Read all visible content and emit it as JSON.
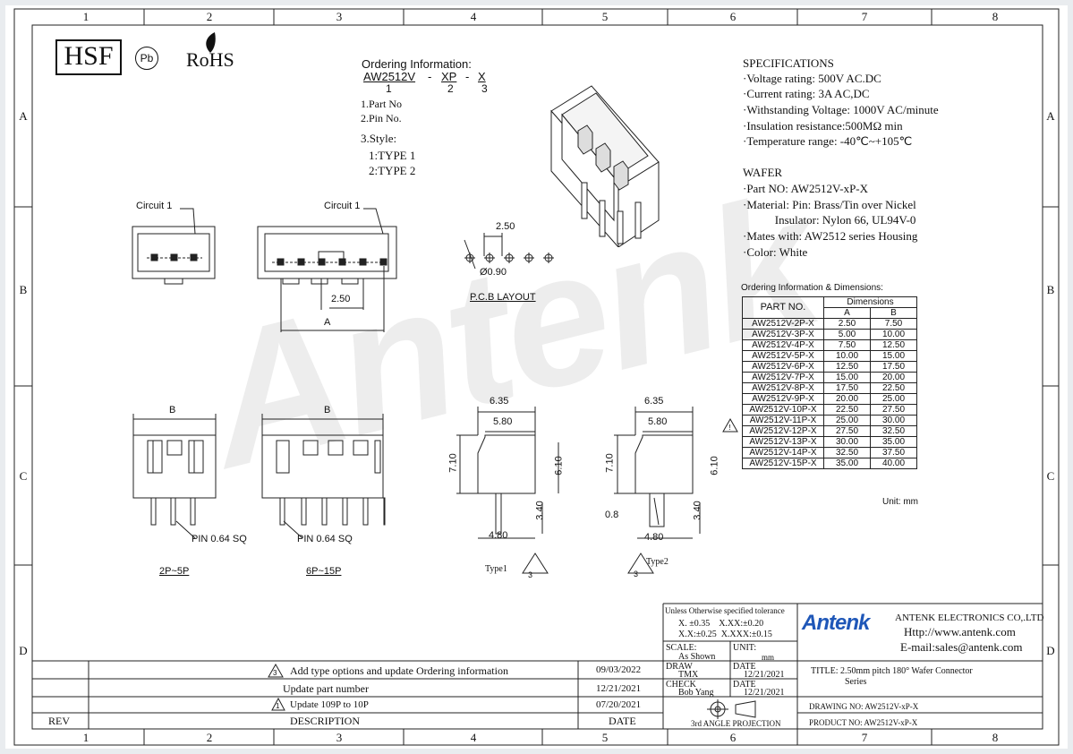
{
  "grid": {
    "columns": [
      "1",
      "2",
      "3",
      "4",
      "5",
      "6",
      "7",
      "8"
    ],
    "rows": [
      "A",
      "B",
      "C",
      "D"
    ]
  },
  "logos": {
    "hsf": "HSF",
    "pb": "Pb",
    "rohs": "RoHS",
    "watermark": "Antenk"
  },
  "ordering": {
    "title": "Ordering Information:",
    "code_part": "AW2512V",
    "code_sep": "-",
    "code_pin": "XP",
    "code_style": "X",
    "idx1": "1",
    "idx2": "2",
    "idx3": "3",
    "items": [
      "1.Part No",
      "2.Pin No.",
      "3.Style:",
      "1:TYPE 1",
      "2:TYPE 2"
    ]
  },
  "specifications": {
    "title": "SPECIFICATIONS",
    "lines": [
      "·Voltage rating: 500V AC.DC",
      "·Current rating: 3A AC,DC",
      "·Withstanding Voltage: 1000V AC/minute",
      "·Insulation resistance:500MΩ min",
      "·Temperature range: -40℃~+105℃"
    ]
  },
  "wafer": {
    "title": "WAFER",
    "lines": [
      "·Part NO: AW2512V-xP-X",
      "·Material: Pin: Brass/Tin over Nickel",
      "           Insulator: Nylon 66, UL94V-0",
      "·Mates with: AW2512 series Housing",
      "·Color: White"
    ]
  },
  "dim_table": {
    "caption": "Ordering Information & Dimensions:",
    "col_part": "PART NO.",
    "col_dims": "Dimensions",
    "col_a": "A",
    "col_b": "B",
    "rows": [
      [
        "AW2512V-2P-X",
        "2.50",
        "7.50"
      ],
      [
        "AW2512V-3P-X",
        "5.00",
        "10.00"
      ],
      [
        "AW2512V-4P-X",
        "7.50",
        "12.50"
      ],
      [
        "AW2512V-5P-X",
        "10.00",
        "15.00"
      ],
      [
        "AW2512V-6P-X",
        "12.50",
        "17.50"
      ],
      [
        "AW2512V-7P-X",
        "15.00",
        "20.00"
      ],
      [
        "AW2512V-8P-X",
        "17.50",
        "22.50"
      ],
      [
        "AW2512V-9P-X",
        "20.00",
        "25.00"
      ],
      [
        "AW2512V-10P-X",
        "22.50",
        "27.50"
      ],
      [
        "AW2512V-11P-X",
        "25.00",
        "30.00"
      ],
      [
        "AW2512V-12P-X",
        "27.50",
        "32.50"
      ],
      [
        "AW2512V-13P-X",
        "30.00",
        "35.00"
      ],
      [
        "AW2512V-14P-X",
        "32.50",
        "37.50"
      ],
      [
        "AW2512V-15P-X",
        "35.00",
        "40.00"
      ]
    ],
    "unit": "Unit: mm"
  },
  "drawings": {
    "circuit1": "Circuit 1",
    "pitch": "2.50",
    "dim_a": "A",
    "dim_b": "B",
    "hole": "Ø0.90",
    "pcb_layout": "P.C.B LAYOUT",
    "pin": "PIN 0.64 SQ",
    "label_small": "2P~5P",
    "label_large": "6P~15P",
    "w635": "6.35",
    "w580": "5.80",
    "h710": "7.10",
    "h610": "6.10",
    "h340": "3.40",
    "w480": "4.80",
    "w08": "0.8",
    "type1": "Type1",
    "type2": "Type2",
    "rev3": "3"
  },
  "revisions": {
    "header_rev": "REV",
    "header_desc": "DESCRIPTION",
    "header_date": "DATE",
    "rows": [
      {
        "mark": "3",
        "desc": "Add type options and update Ordering information",
        "date": "09/03/2022"
      },
      {
        "mark": "",
        "desc": "Update part number",
        "date": "12/21/2021"
      },
      {
        "mark": "1",
        "desc": "Update 109P to 10P",
        "date": "07/20/2021"
      }
    ]
  },
  "title_block": {
    "tolerance_title": "Unless Otherwise specified tolerance",
    "tol1": "X. ±0.35    X.XX:±0.20",
    "tol2": "X.X:±0.25  X.XXX:±0.15",
    "scale_label": "SCALE:",
    "scale_value": "As Shown",
    "unit_label": "UNIT:",
    "unit_value": "mm",
    "draw_label": "DRAW",
    "draw_value": "TMX",
    "date_label": "DATE",
    "draw_date": "12/21/2021",
    "check_label": "CHECK",
    "check_value": "Bob Yang",
    "check_date": "12/21/2021",
    "projection": "3rd ANGLE PROJECTION",
    "company_logo": "Antenk",
    "company_name": "ANTENK ELECTRONICS CO,.LTD",
    "website": "Http://www.antenk.com",
    "email": "E-mail:sales@antenk.com",
    "title_line1": "TITLE: 2.50mm pitch 180° Wafer Connector",
    "title_line2": "Series",
    "drawing_no": "DRAWING NO: AW2512V-xP-X",
    "product_no": "PRODUCT NO: AW2512V-xP-X"
  },
  "colors": {
    "logo_blue": "#1f57b8",
    "line": "#222222"
  }
}
